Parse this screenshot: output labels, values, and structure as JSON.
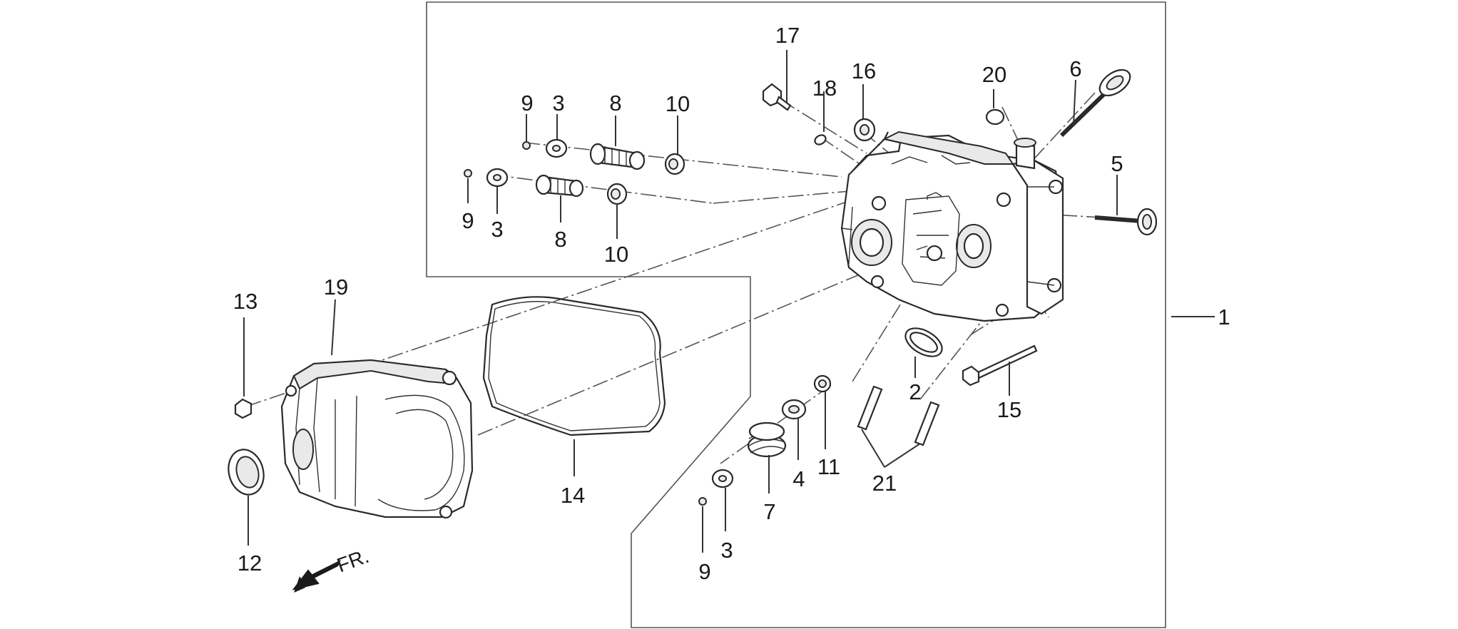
{
  "diagram": {
    "labels": {
      "p1": "1",
      "p2": "2",
      "p3a": "3",
      "p3b": "3",
      "p3c": "3",
      "p4": "4",
      "p5": "5",
      "p6": "6",
      "p7": "7",
      "p8a": "8",
      "p8b": "8",
      "p9a": "9",
      "p9b": "9",
      "p9c": "9",
      "p10a": "10",
      "p10b": "10",
      "p11": "11",
      "p12": "12",
      "p13": "13",
      "p14": "14",
      "p15": "15",
      "p16": "16",
      "p17": "17",
      "p18": "18",
      "p19": "19",
      "p20": "20",
      "p21": "21"
    },
    "direction_label": "FR."
  }
}
